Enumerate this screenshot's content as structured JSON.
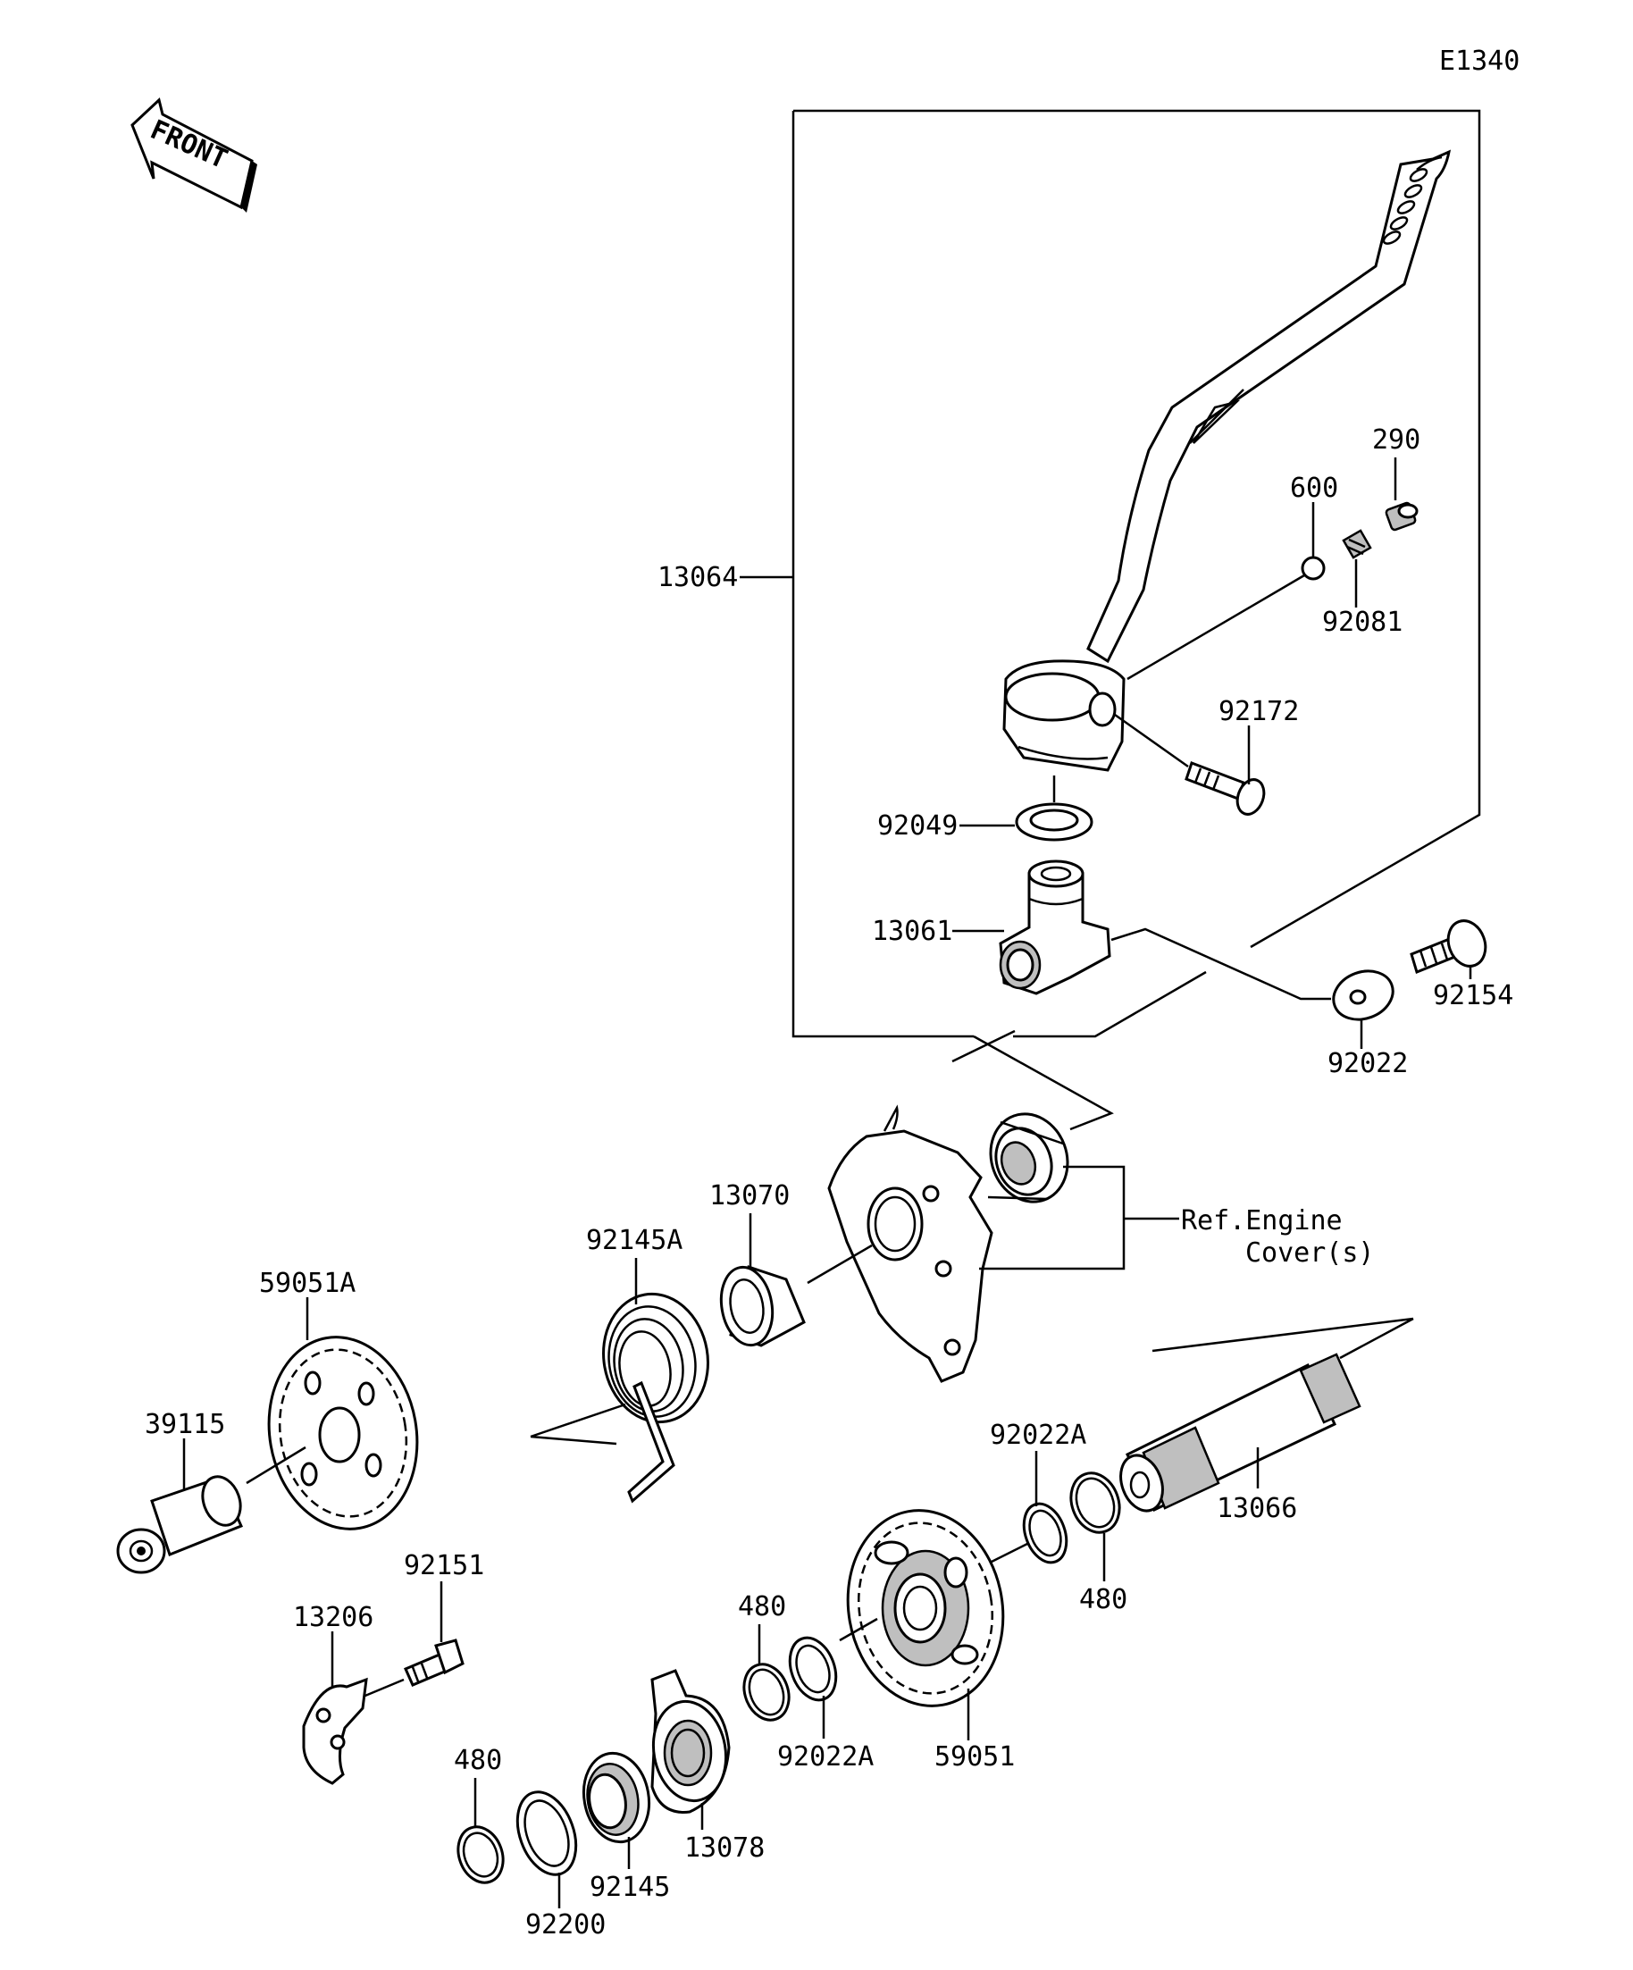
{
  "diagram_code": "E1340",
  "front_label": "FRONT",
  "reference": {
    "line1": "Ref.Engine",
    "line2": "Cover(s)"
  },
  "parts": {
    "p13064": "13064",
    "p600": "600",
    "p290": "290",
    "p92081": "92081",
    "p92172": "92172",
    "p92049": "92049",
    "p13061": "13061",
    "p92154": "92154",
    "p92022": "92022",
    "p13070": "13070",
    "p92145A": "92145A",
    "p59051A": "59051A",
    "p39115": "39115",
    "p92022A_top": "92022A",
    "p13066": "13066",
    "p480_right": "480",
    "p92151": "92151",
    "p13206": "13206",
    "p480_mid": "480",
    "p92022A_bottom": "92022A",
    "p59051": "59051",
    "p480_left": "480",
    "p92200": "92200",
    "p92145": "92145",
    "p13078": "13078"
  }
}
